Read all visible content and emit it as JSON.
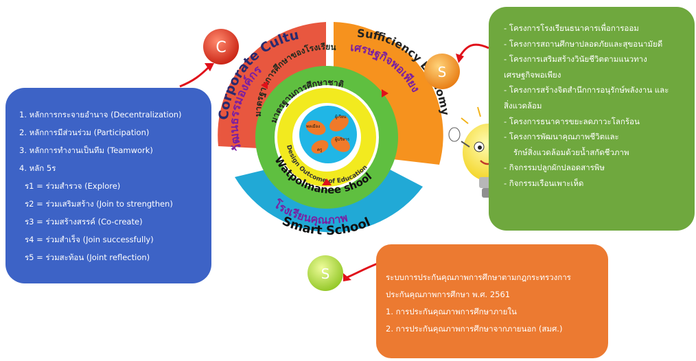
{
  "badges": {
    "c": "C",
    "s_top": "S",
    "s_bottom": "S"
  },
  "ring": {
    "corporate_culture": "Corporate Culture",
    "corporate_culture_th": "วัฒนธรรมองค์กร",
    "sufficiency_economy": "Sufficiency Economy",
    "sufficiency_economy_th": "เศรษฐกิจพอเพียง",
    "school_standard": "มาตรฐานการศึกษาของโรงเรียน",
    "national_standard": "มาตรฐานการศึกษาชาติ",
    "design_outcome": "Design Outcome of Education",
    "school_name": "Watpolmanee shool",
    "quality_school_th": "โรงเรียนคุณภาพ",
    "smart_school": "Smart School"
  },
  "center_labels": {
    "a": "ผู้เรียน",
    "b": "ผู้บริหาร",
    "c": "พลเมือง",
    "d": "ครู"
  },
  "left_box": {
    "items": [
      "1. หลักการกระจายอำนาจ (Decentralization)",
      "2. หลักการมีส่วนร่วม (Participation)",
      "3. หลักการทำงานเป็นทีม (Teamwork)",
      "4. หลัก 5ร",
      "ร1 = ร่วมสำรวจ (Explore)",
      "ร2 = ร่วมเสริมสร้าง (Join to strengthen)",
      "ร3 = ร่วมสร้างสรรค์ (Co-create)",
      "ร4 = ร่วมสำเร็จ (Join successfully)",
      "ร5 = ร่วมสะท้อน (Joint reflection)"
    ]
  },
  "right_box": {
    "items": [
      "- โครงการโรงเรียนธนาคารเพื่อการออม",
      "- โครงการสถานศึกษาปลอดภัยและสุขอนามัยดี",
      "- โครงการเสริมสร้างวินัยชีวิตตามแนวทาง",
      "เศรษฐกิจพอเพียง",
      "- โครงการสร้างจิตสำนึกการอนุรักษ์พลังงาน และ",
      "สิ่งแวดล้อม",
      "- โครงการธนาคารขยะลดภาวะโลกร้อน",
      "- โครงการพัฒนาคุณภาพชีวิตและ",
      "รักษ์สิ่งแวดล้อมด้วยน้ำสกัดชีวภาพ",
      "- กิจกรรมปลูกผักปลอดสารพิษ",
      "- กิจกรรมเรือนเพาะเห็ด"
    ]
  },
  "bottom_box": {
    "items": [
      "ระบบการประกันคุณภาพการศึกษาตามกฎกระทรวงการ",
      "ประกันคุณภาพการศึกษา พ.ศ. 2561",
      "1. การประกันคุณภาพการศึกษาภายใน",
      "2. การประกันคุณภาพการศึกษาจากภายนอก (สมศ.)"
    ]
  },
  "colors": {
    "red_segment": "#e8573f",
    "orange_segment": "#f6921e",
    "cyan_segment": "#21a9d6",
    "green_ring": "#5fbf40",
    "yellow_ring": "#f2ea1f",
    "left_box": "#3d63c6",
    "right_box": "#6fa83e",
    "bottom_box": "#ec7a31",
    "badge_red": "#e42d1e",
    "badge_orange": "#f28a16",
    "badge_lime": "#b8e04a"
  }
}
